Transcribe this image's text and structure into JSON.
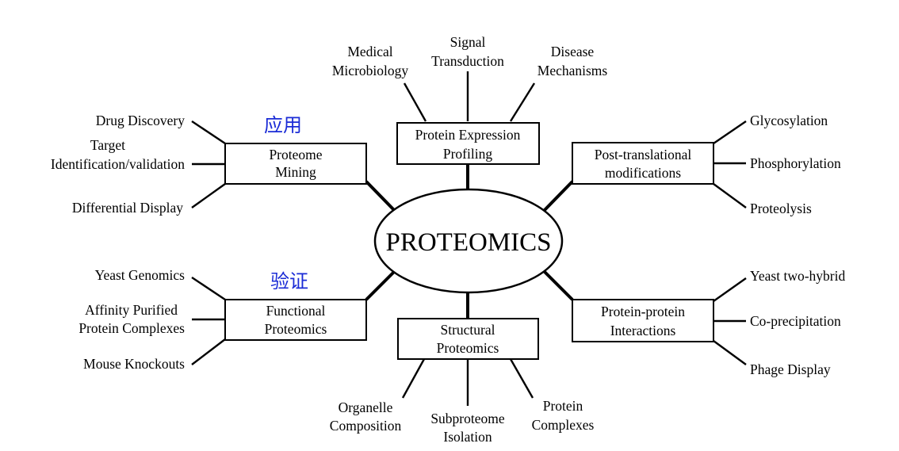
{
  "center": "PROTEOMICS",
  "colors": {
    "annotation": "#1a2bd6",
    "ink": "#000000"
  },
  "annotations": {
    "top_left": "应用",
    "bottom_left": "验证"
  },
  "nodes": {
    "mining": {
      "title": [
        "Proteome",
        "Mining"
      ],
      "leaves": [
        [
          "Drug Discovery"
        ],
        [
          "Target",
          "Identification/validation"
        ],
        [
          "Differential Display"
        ]
      ]
    },
    "expression": {
      "title": [
        "Protein Expression",
        "Profiling"
      ],
      "leaves": [
        [
          "Medical",
          "Microbiology"
        ],
        [
          "Signal",
          "Transduction"
        ],
        [
          "Disease",
          "Mechanisms"
        ]
      ]
    },
    "ptm": {
      "title": [
        "Post-translational",
        "modifications"
      ],
      "leaves": [
        [
          "Glycosylation"
        ],
        [
          "Phosphorylation"
        ],
        [
          "Proteolysis"
        ]
      ]
    },
    "functional": {
      "title": [
        "Functional",
        "Proteomics"
      ],
      "leaves": [
        [
          "Yeast Genomics"
        ],
        [
          "Affinity Purified",
          "Protein Complexes"
        ],
        [
          "Mouse Knockouts"
        ]
      ]
    },
    "structural": {
      "title": [
        "Structural",
        "Proteomics"
      ],
      "leaves": [
        [
          "Organelle",
          "Composition"
        ],
        [
          "Subproteome",
          "Isolation"
        ],
        [
          "Protein",
          "Complexes"
        ]
      ]
    },
    "ppi": {
      "title": [
        "Protein-protein",
        "Interactions"
      ],
      "leaves": [
        [
          "Yeast two-hybrid"
        ],
        [
          "Co-precipitation"
        ],
        [
          "Phage Display"
        ]
      ]
    }
  }
}
